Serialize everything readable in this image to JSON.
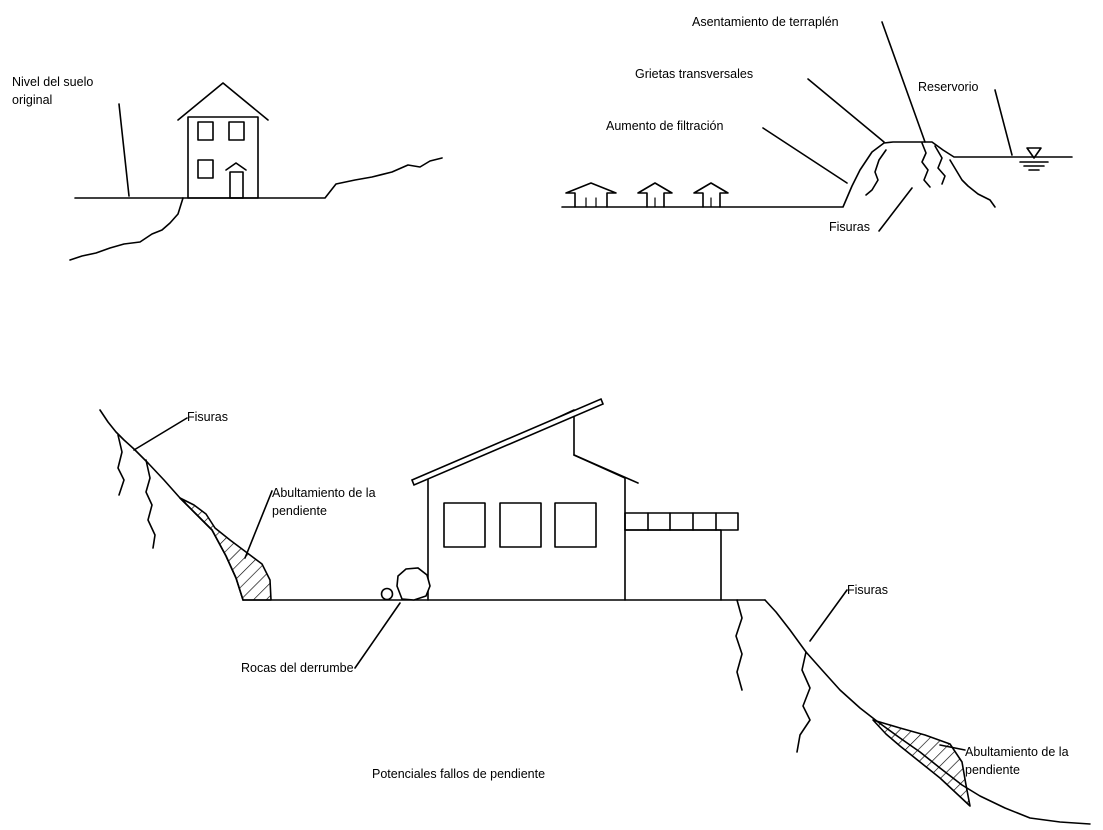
{
  "labels": {
    "nivel_suelo_1": "Nivel del suelo",
    "nivel_suelo_2": "original",
    "asentamiento": "Asentamiento de terraplén",
    "grietas": "Grietas transversales",
    "reservorio": "Reservorio",
    "aumento": "Aumento de filtración",
    "fisuras_dam": "Fisuras",
    "fisuras_left": "Fisuras",
    "abultamiento_left_1": "Abultamiento de la",
    "abultamiento_left_2": "pendiente",
    "rocas": "Rocas del derrumbe",
    "fisuras_right": "Fisuras",
    "abultamiento_right_1": "Abultamiento de la",
    "abultamiento_right_2": "pendiente",
    "caption": "Potenciales fallos de pendiente"
  },
  "colors": {
    "stroke": "#000000",
    "background": "#ffffff"
  }
}
